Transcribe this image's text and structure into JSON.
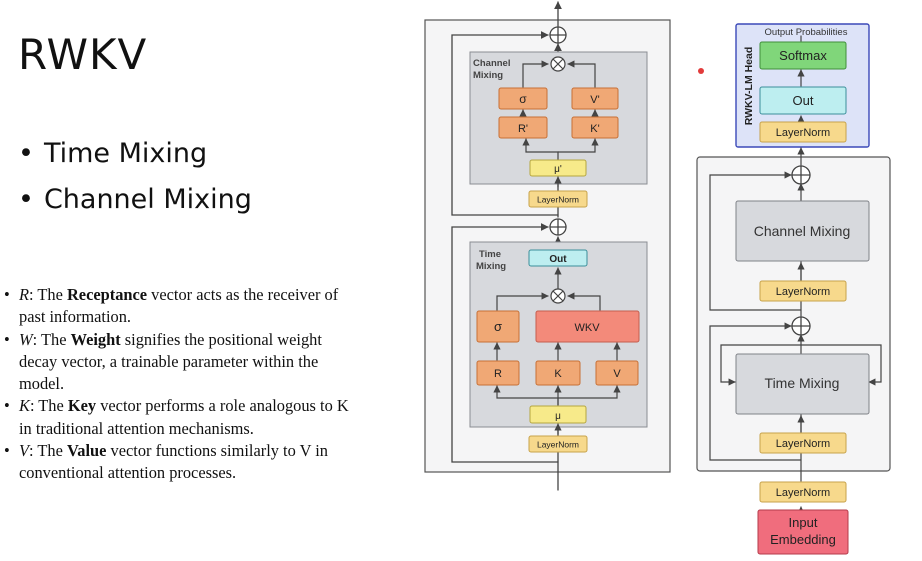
{
  "slide": {
    "title": "RWKV",
    "bullets": [
      "Time Mixing",
      "Channel Mixing"
    ]
  },
  "definitions": [
    {
      "symbol": "R",
      "pre": ": The ",
      "term": "Receptance",
      "post": " vector acts as the receiver of past information."
    },
    {
      "symbol": "W",
      "pre": ": The ",
      "term": "Weight",
      "post": " signifies the positional weight decay vector, a trainable parameter within the model."
    },
    {
      "symbol": "K",
      "pre": ": The ",
      "term": "Key",
      "post": " vector performs a role analogous to K in traditional attention mechanisms."
    },
    {
      "symbol": "V",
      "pre": ": The ",
      "term": "Value",
      "post": " vector functions similarly to V in conventional attention processes."
    }
  ],
  "left_diagram": {
    "channel_mixing": {
      "label_line1": "Channel",
      "label_line2": "Mixing",
      "sigma": "σ",
      "v_prime": "V'",
      "r_prime": "R'",
      "k_prime": "K'",
      "mu_prime": "μ'",
      "layernorm": "LayerNorm",
      "times_symbol": "⊗"
    },
    "time_mixing": {
      "label_line1": "Time",
      "label_line2": "Mixing",
      "out": "Out",
      "sigma": "σ",
      "wkv": "WKV",
      "r": "R",
      "k": "K",
      "v": "V",
      "mu": "μ",
      "layernorm": "LayerNorm",
      "times_symbol": "⊗"
    },
    "plus_symbol": "⊕"
  },
  "right_diagram": {
    "head_label": "RWKV-LM Head",
    "output_probabilities": "Output Probabilities",
    "softmax": "Softmax",
    "out": "Out",
    "head_layernorm": "LayerNorm",
    "channel_mixing": "Channel Mixing",
    "channel_layernorm": "LayerNorm",
    "time_mixing": "Time Mixing",
    "time_layernorm": "LayerNorm",
    "input_layernorm": "LayerNorm",
    "input_embedding_line1": "Input",
    "input_embedding_line2": "Embedding",
    "plus_symbol": "⊕"
  },
  "colors": {
    "orange_box": "#f0a875",
    "orange_border": "#c76f35",
    "salmon_box": "#f38a7a",
    "yellow_box": "#f7ea8a",
    "cyan_box": "#bdeef0",
    "green_box": "#80d67a",
    "gray_module": "#d7d9dd",
    "head_fill": "#dde3f8",
    "head_border": "#3b49b8",
    "embedding_fill": "#f06d7d"
  }
}
